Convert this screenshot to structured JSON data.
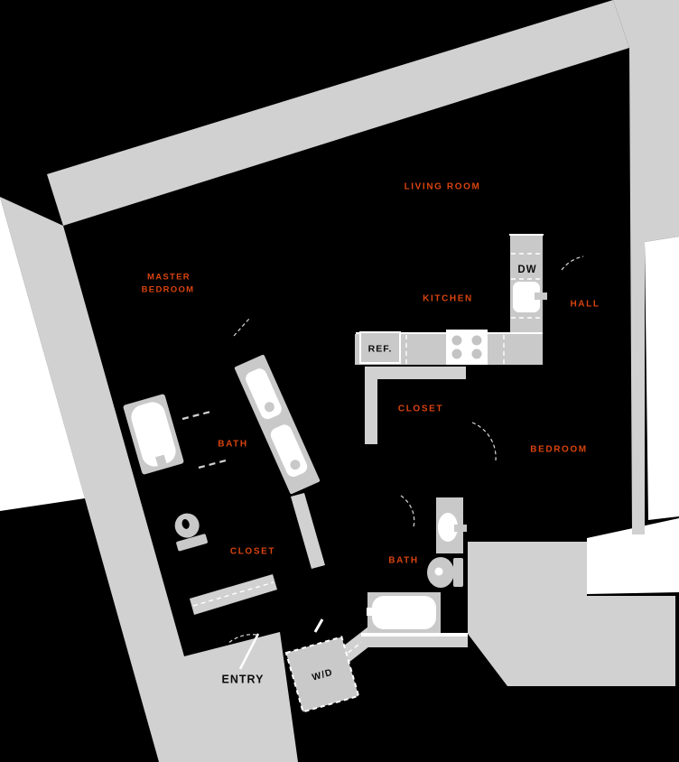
{
  "colors": {
    "accent": "#d9430e",
    "wall": "#d1d1d1",
    "fixture": "#c9c9c9",
    "floor": "#000000",
    "paper": "#ffffff"
  },
  "rooms": {
    "living_room": "LIVING ROOM",
    "master_bedroom_line1": "MASTER",
    "master_bedroom_line2": "BEDROOM",
    "kitchen": "KITCHEN",
    "hall": "HALL",
    "hall_closet": "CLOSET",
    "bedroom": "BEDROOM",
    "master_bath": "BATH",
    "master_closet": "CLOSET",
    "bath": "BATH"
  },
  "fixtures": {
    "dishwasher": "DW",
    "refrigerator": "REF.",
    "washer_dryer": "W/D",
    "entry": "ENTRY"
  }
}
